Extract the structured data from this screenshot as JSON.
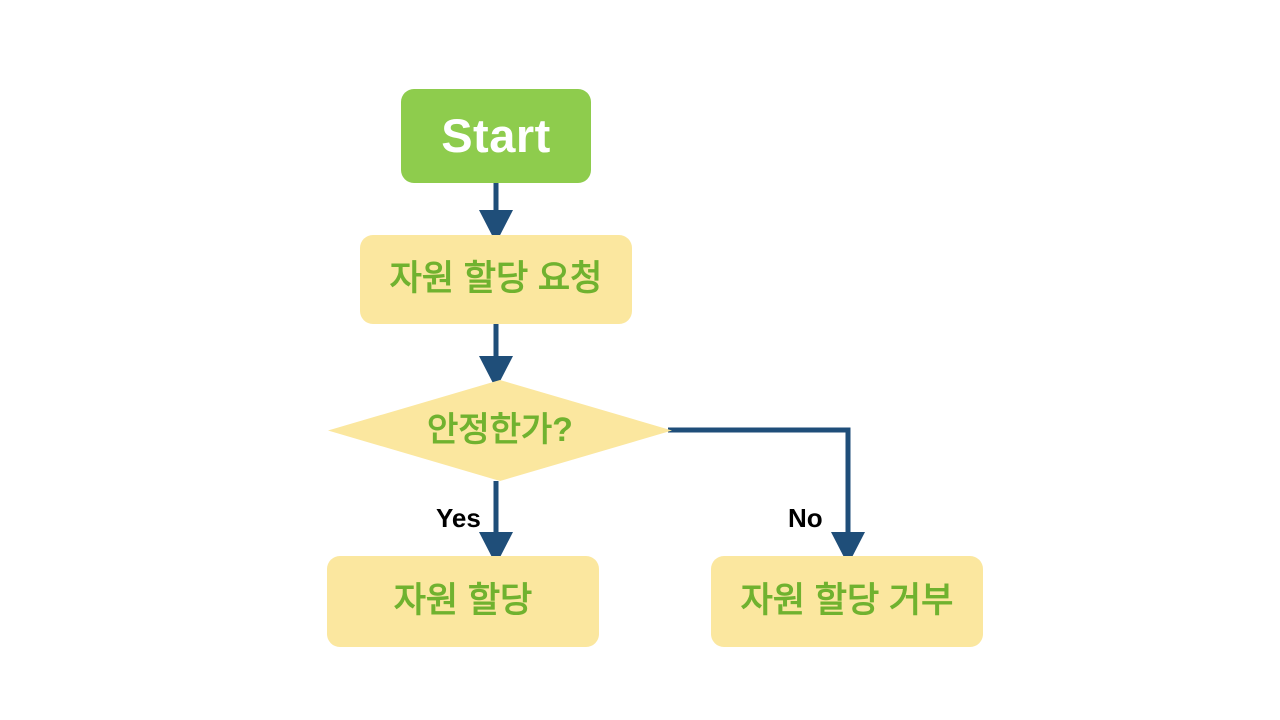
{
  "diagram": {
    "type": "flowchart",
    "orientation": "top-down",
    "background_color": "#FFFFFF",
    "palette": {
      "start_fill": "#8ECC4D",
      "start_text": "#FFFFFF",
      "process_fill": "#FBE79F",
      "process_text": "#70B22F",
      "decision_fill": "#FBE79F",
      "decision_text": "#70B22F",
      "connector": "#1F4E79",
      "edge_label_text": "#000000"
    },
    "nodes": {
      "start": {
        "label": "Start",
        "shape": "rounded-rectangle"
      },
      "request": {
        "label": "자원 할당 요청",
        "shape": "rounded-rectangle"
      },
      "decision": {
        "label": "안정한가?",
        "shape": "diamond"
      },
      "allocate": {
        "label": "자원 할당",
        "shape": "rounded-rectangle"
      },
      "deny": {
        "label": "자원 할당 거부",
        "shape": "rounded-rectangle"
      }
    },
    "edges": [
      {
        "from": "start",
        "to": "request",
        "label": ""
      },
      {
        "from": "request",
        "to": "decision",
        "label": ""
      },
      {
        "from": "decision",
        "to": "allocate",
        "label": "Yes"
      },
      {
        "from": "decision",
        "to": "deny",
        "label": "No"
      }
    ],
    "edge_labels": {
      "yes": "Yes",
      "no": "No"
    }
  }
}
